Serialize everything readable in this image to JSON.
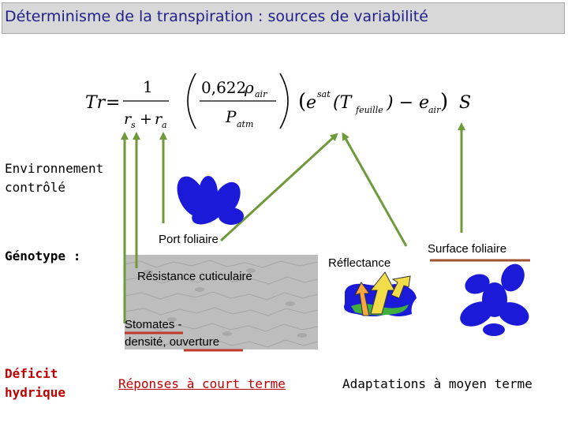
{
  "title": "Déterminisme de la transpiration : sources de variabilité",
  "equation": {
    "lhs": "Tr",
    "eq": "=",
    "frac1_num": "1",
    "frac1_den_rs": "r",
    "frac1_den_s": "s",
    "frac1_den_plus": "+",
    "frac1_den_ra": "r",
    "frac1_den_a": "a",
    "frac2_num": "0,622",
    "frac2_rho": "ρ",
    "frac2_rho_sub": "air",
    "frac2_den": "P",
    "frac2_den_sub": "atm",
    "term_e": "e",
    "term_sat": "sat",
    "term_T": "(T",
    "term_T_sub": "feuille",
    "term_close": ") − e",
    "term_e_sub": "air",
    "term_S": "S"
  },
  "left_labels": {
    "environnement": [
      "Environnement",
      "contrôlé"
    ],
    "genotype": "Génotype :",
    "deficit": [
      "Déficit",
      "hydrique"
    ]
  },
  "factors": {
    "port_foliaire": "Port foliaire",
    "resistance": "Résistance cuticulaire",
    "stomates_line1": "Stomates -",
    "stomates_line2": "densité, ouverture",
    "reflectance": "Réflectance",
    "surface": "Surface foliaire"
  },
  "bottom": {
    "court": "Réponses à court terme",
    "moyen": "Adaptations à moyen terme"
  },
  "colors": {
    "arrow": "#6e9a3a",
    "leaf": "#1a1ad8",
    "underline_red": "#c0392b",
    "underline_brown": "#a0522d"
  }
}
